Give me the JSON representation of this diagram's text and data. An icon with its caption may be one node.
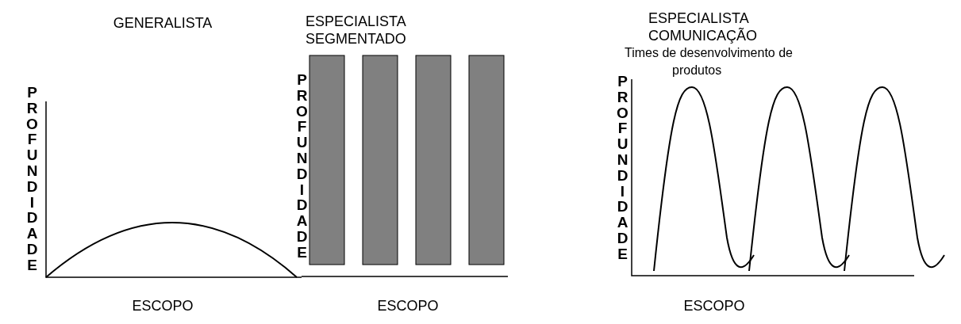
{
  "diagram": {
    "labels": [
      "GENERALISTA",
      "ESPECIALISTA SEGMENTADO",
      "ESPECIALISTA COMUNICAÇÃO",
      "Times de desenvolvimento de produtos",
      "PROFUNDIDADE",
      "PROFUNDIDADE",
      "PROFUNDIDADE",
      "ESCOPO",
      "ESCOPO",
      "ESCOPO"
    ]
  }
}
